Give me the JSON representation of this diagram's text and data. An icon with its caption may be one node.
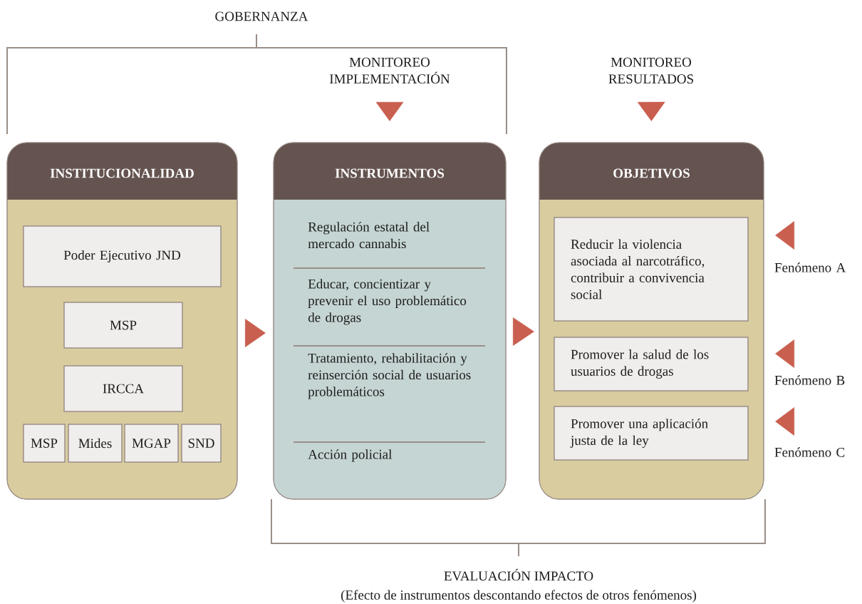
{
  "diagram": {
    "nodes": [
      {
        "text": [
          "INSTITUCIONALIDAD"
        ]
      },
      {
        "text": [
          "Poder Ejecutivo JND"
        ],
        "in": 0
      },
      {
        "text": [
          "MSP"
        ],
        "in": 0
      },
      {
        "text": [
          "IRCCA"
        ],
        "in": 0
      },
      {
        "text": [
          "MSP"
        ],
        "in": 0
      },
      {
        "text": [
          "Mides"
        ],
        "in": 0
      },
      {
        "text": [
          "MGAP"
        ],
        "in": 0
      },
      {
        "text": [
          "SND"
        ],
        "in": 0
      },
      {
        "text": [
          "INSTRUMENTOS",
          "Regulación estatal del mercado cannabis",
          "Educar, concientizar y prevenir el uso problemático de drogas",
          "Tratamiento, rehabilitación y reinserción social de usuarios problemáticos",
          "Acción policial"
        ]
      },
      {
        "text": [
          "OBJETIVOS"
        ]
      },
      {
        "text": [
          "Reducir la violencia asociada al narcotráfico, contribuir a convivencia social"
        ],
        "in": 9
      },
      {
        "text": [
          "Promover la salud de los usuarios de drogas"
        ],
        "in": 9
      },
      {
        "text": [
          "Promover una aplicación justa de la ley"
        ],
        "in": 9
      },
      {
        "text": [
          "MONITOREO IMPLEMENTACIÓN"
        ]
      },
      {
        "text": [
          "MONITOREO RESULTADOS"
        ]
      },
      {
        "text": [
          "Fenómeno A"
        ]
      },
      {
        "text": [
          "Fenómeno B"
        ]
      },
      {
        "text": [
          "Fenómeno C"
        ]
      }
    ],
    "edges": [
      {
        "from": 0,
        "to": 8,
        "arrow": "to"
      },
      {
        "from": 8,
        "to": 9,
        "arrow": "to"
      },
      {
        "from": 13,
        "to": 8,
        "arrow": "to"
      },
      {
        "from": 14,
        "to": 9,
        "arrow": "to"
      },
      {
        "from": 15,
        "to": 10,
        "arrow": "to"
      },
      {
        "from": 16,
        "to": 11,
        "arrow": "to"
      },
      {
        "from": 17,
        "to": 12,
        "arrow": "to"
      }
    ],
    "labels": [
      "GOBERNANZA",
      "EVALUACIÓN IMPACTO",
      "(Efecto de instrumentos descontando efectos de otros fenómenos)"
    ]
  }
}
